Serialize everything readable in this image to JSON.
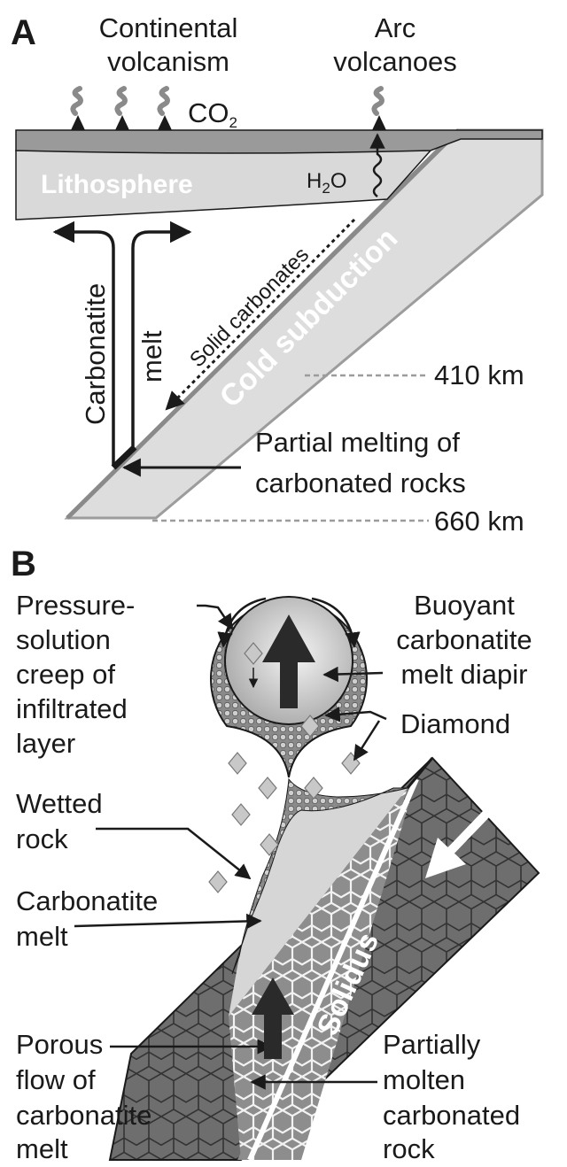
{
  "panel_a": {
    "letter": "A",
    "continental_volcanism_line1": "Continental",
    "continental_volcanism_line2": "volcanism",
    "arc_volcanoes_line1": "Arc",
    "arc_volcanoes_line2": "volcanoes",
    "co2_main": "CO",
    "co2_sub": "2",
    "h2o_h": "H",
    "h2o_sub": "2",
    "h2o_o": "O",
    "lithosphere": "Lithosphere",
    "solid_carbonates": "Solid carbonates",
    "cold_subduction": "Cold subduction",
    "carbonatite": "Carbonatite",
    "melt": "melt",
    "depth_410": "410 km",
    "depth_660": "660 km",
    "partial_melting_line1": "Partial melting of",
    "partial_melting_line2": "carbonated rocks"
  },
  "panel_b": {
    "letter": "B",
    "pressure_line1": "Pressure-",
    "pressure_line2": "solution",
    "pressure_line3": "creep of",
    "pressure_line4": "infiltrated",
    "pressure_line5": "layer",
    "buoyant_line1": "Buoyant",
    "buoyant_line2": "carbonatite",
    "buoyant_line3": "melt diapir",
    "diamond": "Diamond",
    "wetted_line1": "Wetted",
    "wetted_line2": "rock",
    "carb_melt_line1": "Carbonatite",
    "carb_melt_line2": "melt",
    "solidus": "Solidus",
    "porous_line1": "Porous",
    "porous_line2": "flow of",
    "porous_line3": "carbonatite",
    "porous_line4": "melt",
    "partially_line1": "Partially",
    "partially_line2": "molten",
    "partially_line3": "carbonated",
    "partially_line4": "rock"
  },
  "colors": {
    "crust": "#9a9a9a",
    "lithosphere": "#d9d9d9",
    "slab": "#dddddd",
    "slab_border": "#9c9c9c",
    "hex_rock": "#6e6e6e",
    "melt": "#d6d6d6",
    "ink": "#1a1a1a"
  }
}
